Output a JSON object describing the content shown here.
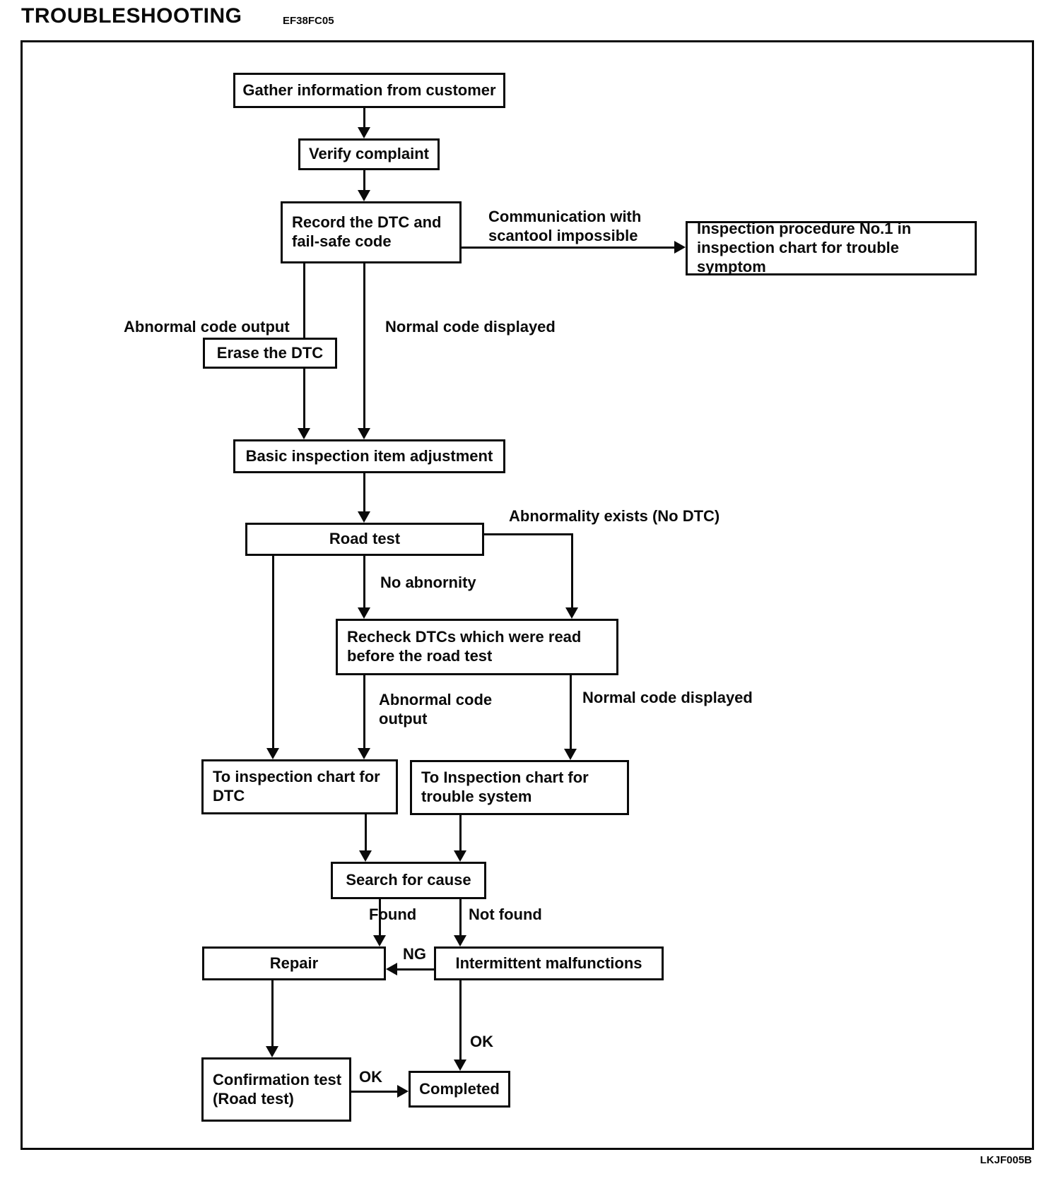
{
  "page": {
    "title": "TROUBLESHOOTING",
    "title_code": "EF38FC05",
    "figure_code": "LKJF005B"
  },
  "nodes": {
    "gather": {
      "label": "Gather information from customer"
    },
    "verify": {
      "label": "Verify complaint"
    },
    "record": {
      "label": "Record the DTC and\nfail-safe code"
    },
    "inspection_procedure": {
      "label": "Inspection procedure No.1 in\ninspection chart for trouble symptom"
    },
    "erase": {
      "label": "Erase the DTC"
    },
    "basic": {
      "label": "Basic inspection item adjustment"
    },
    "road_test": {
      "label": "Road test"
    },
    "recheck": {
      "label": "Recheck DTCs which were read\nbefore the road test"
    },
    "chart_dtc": {
      "label": "To inspection chart for\nDTC"
    },
    "chart_trouble": {
      "label": "To Inspection chart for\ntrouble system"
    },
    "search": {
      "label": "Search for cause"
    },
    "repair": {
      "label": "Repair"
    },
    "intermittent": {
      "label": "Intermittent malfunctions"
    },
    "confirmation": {
      "label": "Confirmation test\n(Road test)"
    },
    "completed": {
      "label": "Completed"
    }
  },
  "edge_labels": {
    "communication_impossible": "Communication with\nscantool impossible",
    "abnormal_code_output_1": "Abnormal code output",
    "normal_code_displayed_1": "Normal code displayed",
    "abnormality_exists": "Abnormality exists (No DTC)",
    "no_abnormity": "No abnornity",
    "abnormal_code_output_2": "Abnormal code\noutput",
    "normal_code_displayed_2": "Normal code displayed",
    "found": "Found",
    "not_found": "Not found",
    "ng": "NG",
    "ok_completed": "OK",
    "ok_confirmation": "OK"
  }
}
